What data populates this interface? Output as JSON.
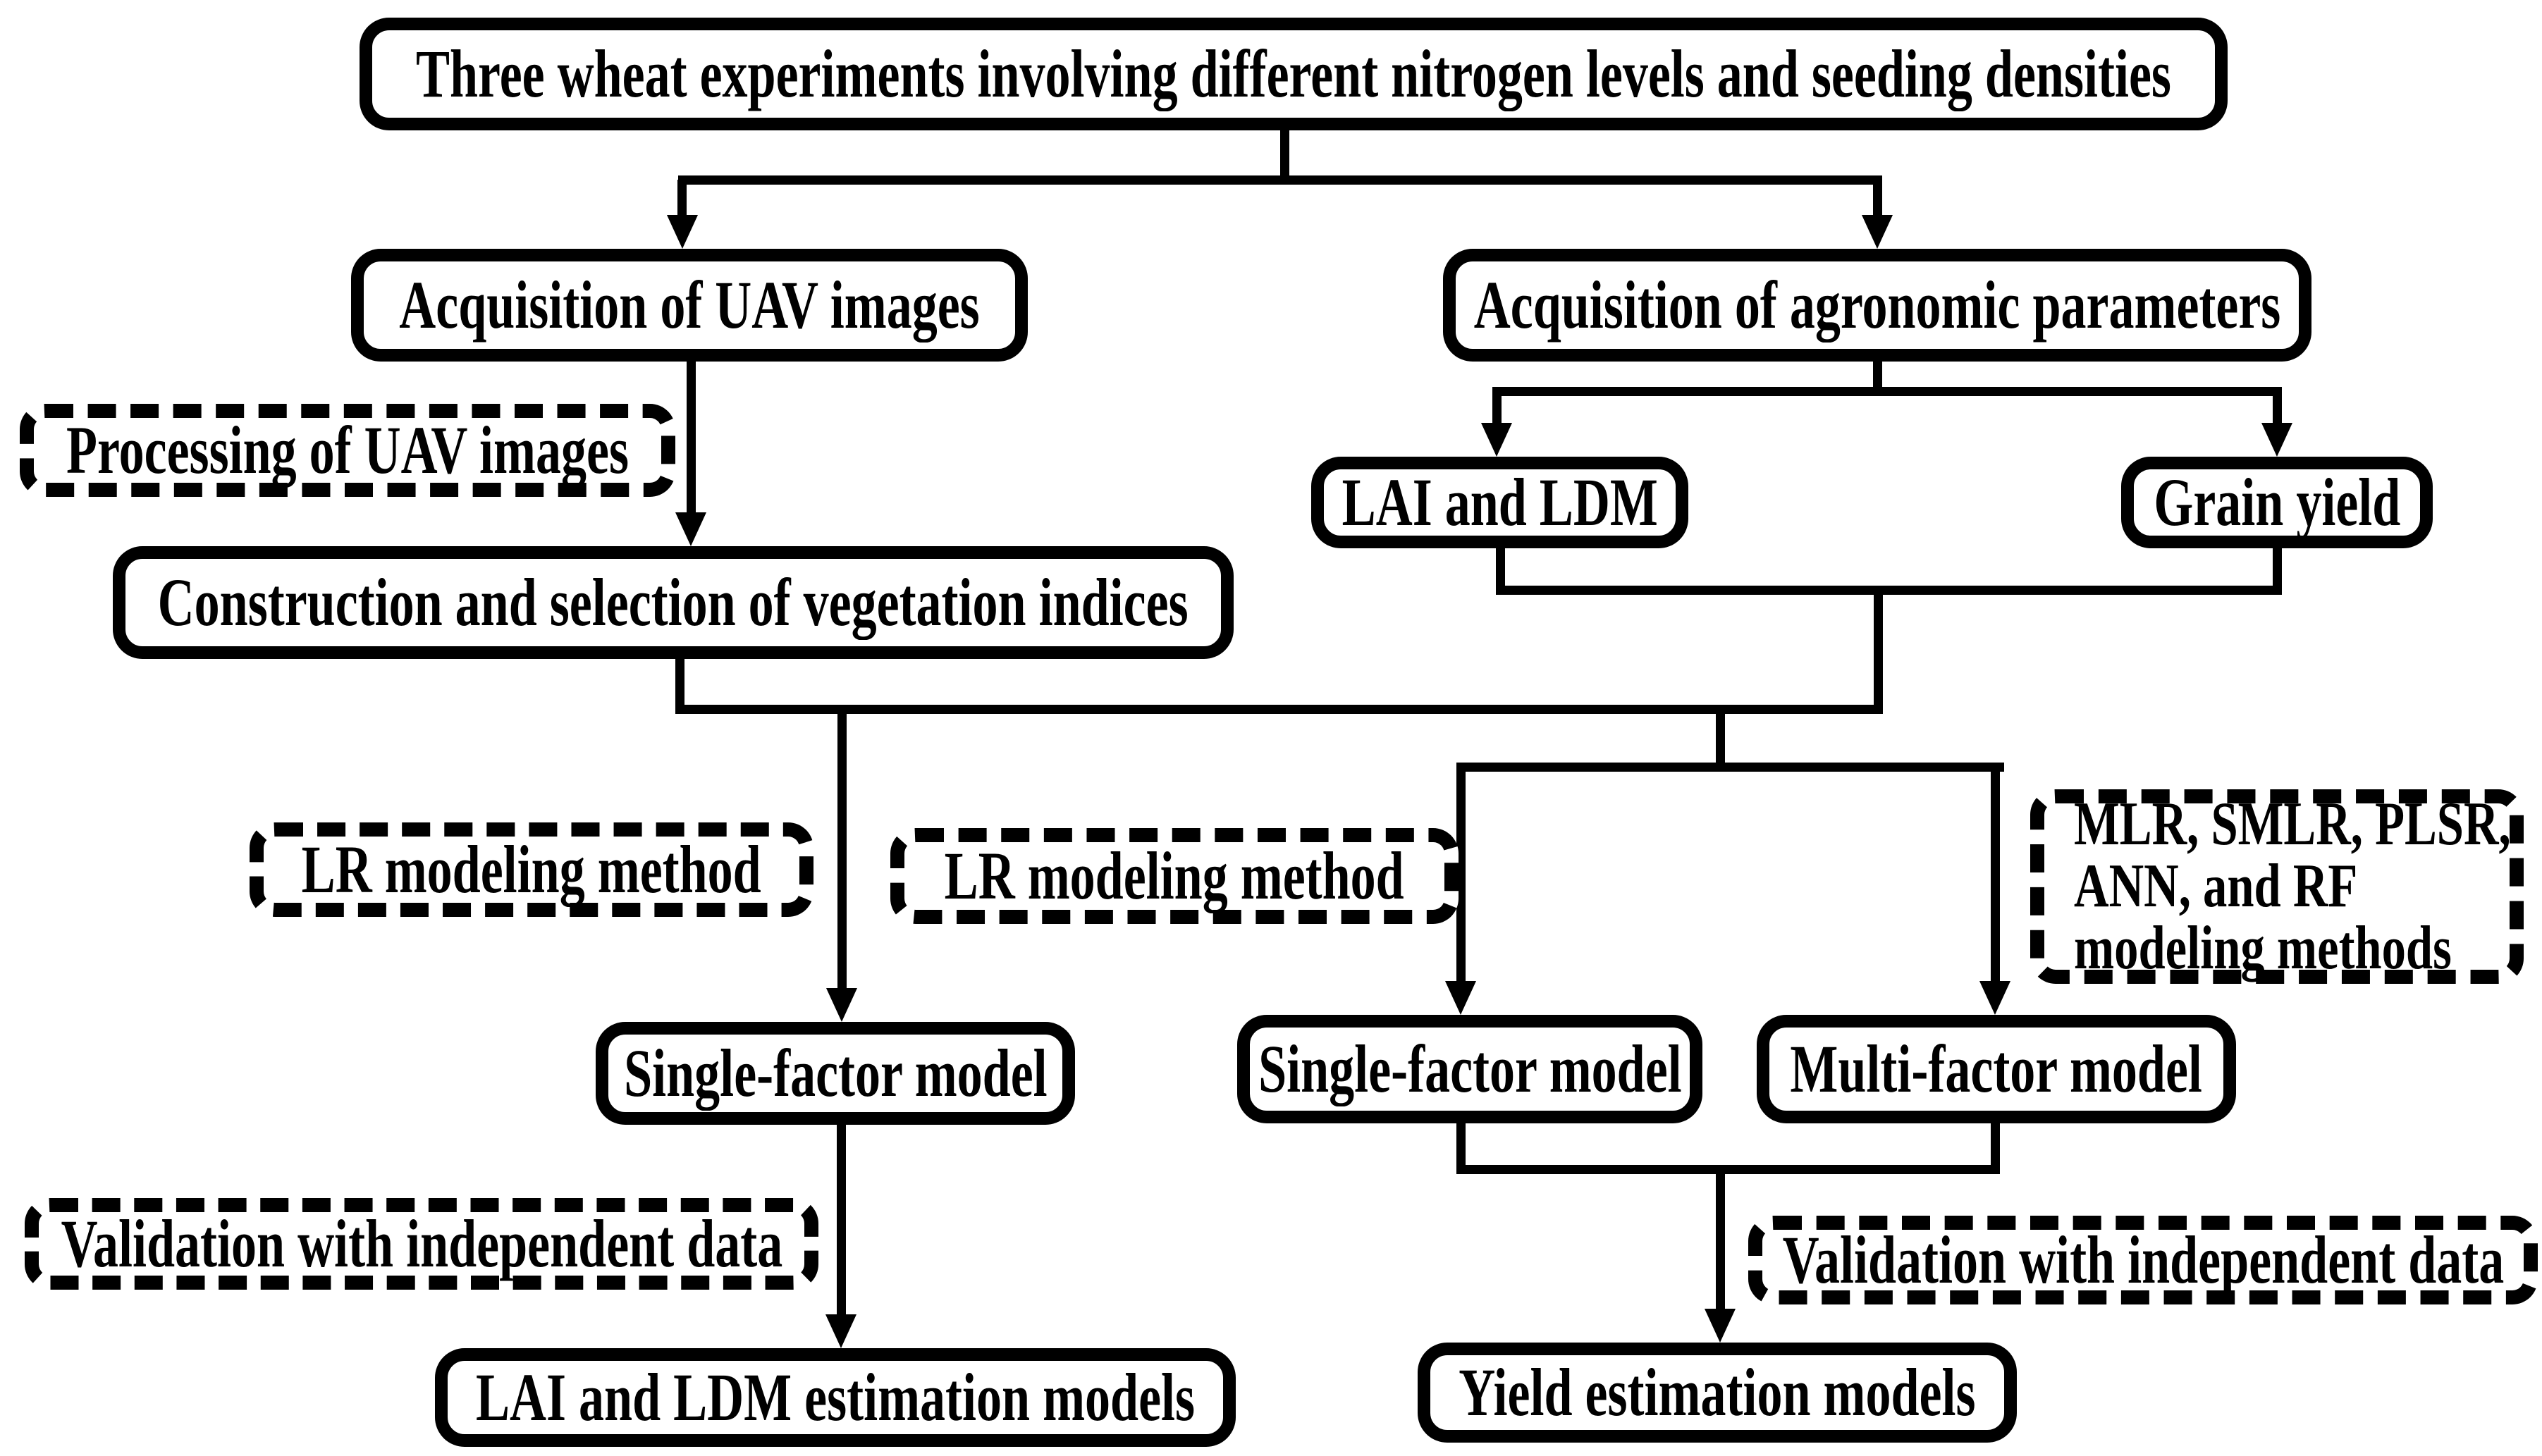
{
  "diagram": {
    "type": "flowchart",
    "background_color": "#ffffff",
    "line_color": "#000000",
    "nodes": {
      "experiments": {
        "label": "Three wheat experiments involving different nitrogen levels and seeding densities",
        "style": "solid"
      },
      "acquisition_uav": {
        "label": "Acquisition of UAV images",
        "style": "solid"
      },
      "acquisition_agronomic": {
        "label": "Acquisition of agronomic parameters",
        "style": "solid"
      },
      "processing_uav": {
        "label": "Processing of UAV images",
        "style": "dashed"
      },
      "construction_vi": {
        "label": "Construction and selection of vegetation indices",
        "style": "solid"
      },
      "lai_ldm": {
        "label": "LAI and LDM",
        "style": "solid"
      },
      "grain_yield": {
        "label": "Grain yield",
        "style": "solid"
      },
      "lr_method_left": {
        "label": "LR modeling method",
        "style": "dashed"
      },
      "lr_method_middle": {
        "label": "LR modeling method",
        "style": "dashed"
      },
      "ml_methods": {
        "style": "dashed",
        "lines": [
          "MLR, SMLR, PLSR,",
          "ANN, and RF",
          "modeling methods"
        ]
      },
      "single_factor_left": {
        "label": "Single-factor model",
        "style": "solid"
      },
      "single_factor_right": {
        "label": "Single-factor model",
        "style": "solid"
      },
      "multi_factor": {
        "label": "Multi-factor model",
        "style": "solid"
      },
      "validation_left": {
        "label": "Validation with independent data",
        "style": "dashed"
      },
      "validation_right": {
        "label": "Validation with independent data",
        "style": "dashed"
      },
      "lai_ldm_models": {
        "label": "LAI and LDM estimation models",
        "style": "solid"
      },
      "yield_models": {
        "label": "Yield estimation models",
        "style": "solid"
      }
    }
  }
}
